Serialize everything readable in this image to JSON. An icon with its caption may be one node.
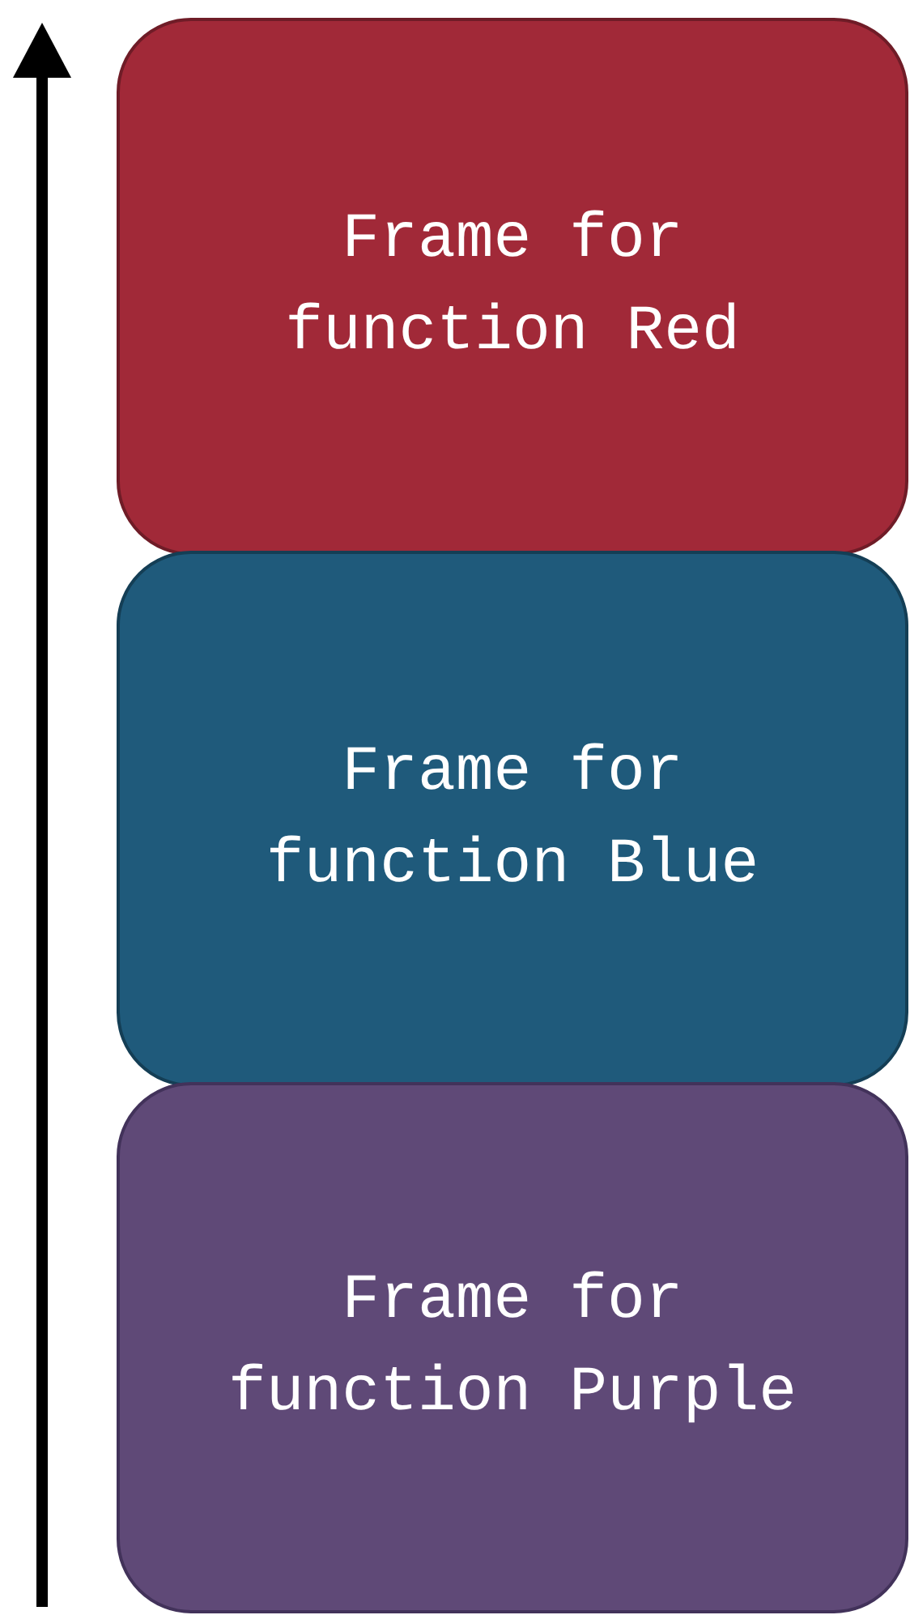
{
  "diagram": {
    "nodes": [
      {
        "text": [
          "Frame for function Red"
        ]
      },
      {
        "text": [
          "Frame for function Blue"
        ]
      },
      {
        "text": [
          "Frame for function Purple"
        ]
      }
    ]
  }
}
